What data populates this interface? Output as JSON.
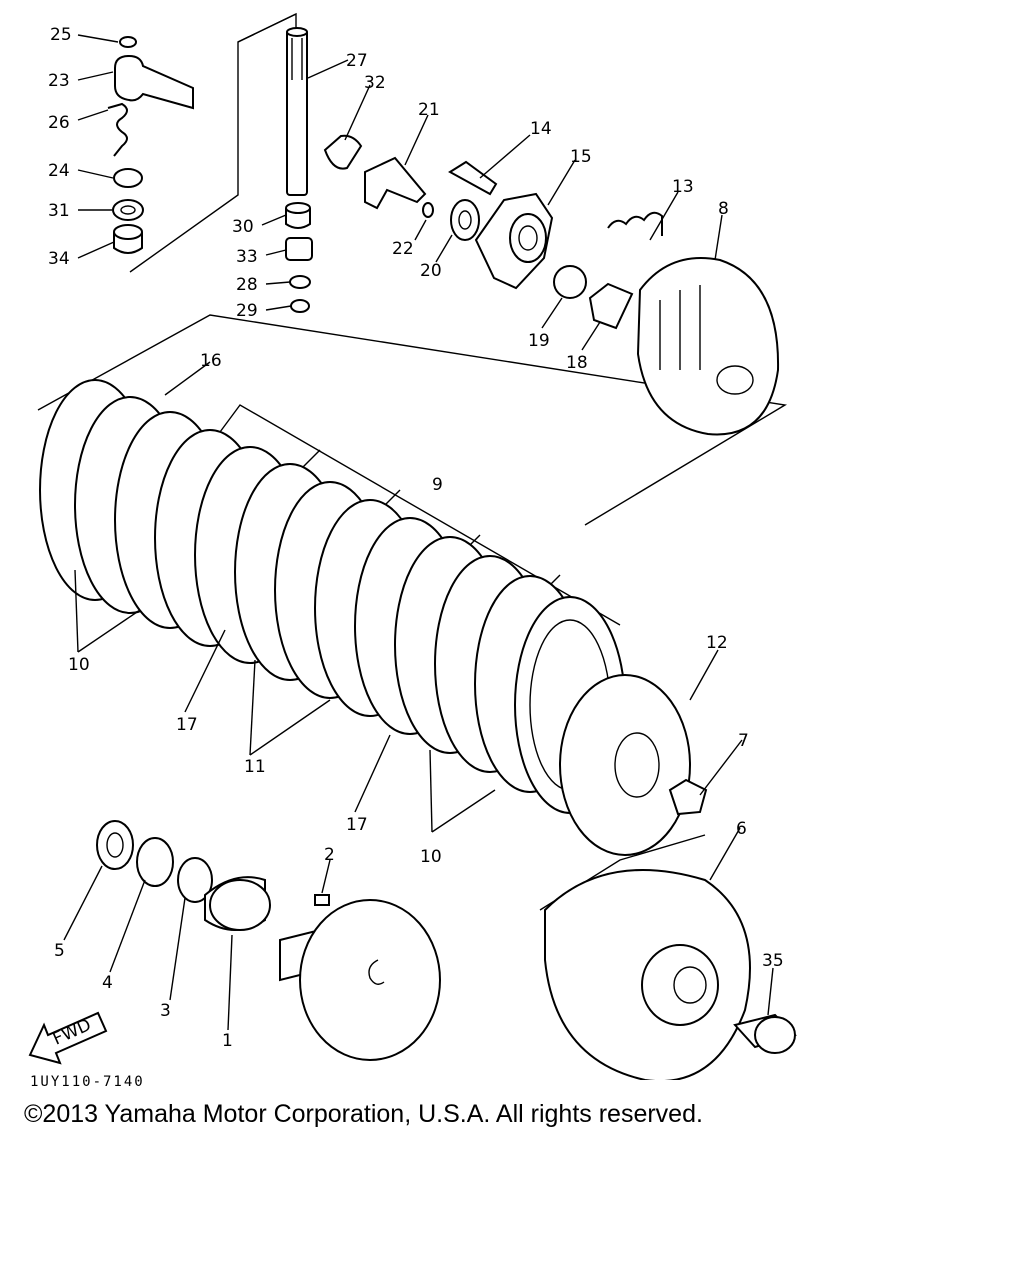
{
  "diagram": {
    "part_labels": [
      "25",
      "23",
      "26",
      "24",
      "31",
      "34",
      "27",
      "32",
      "30",
      "33",
      "28",
      "29",
      "21",
      "22",
      "20",
      "14",
      "15",
      "13",
      "8",
      "19",
      "18",
      "16",
      "9",
      "10",
      "17",
      "11",
      "12",
      "7",
      "17",
      "10",
      "2",
      "5",
      "4",
      "3",
      "1",
      "6",
      "35"
    ],
    "fwd_label": "FWD",
    "drawing_code": "1UY110-7140"
  },
  "footer": {
    "copyright": "©2013 Yamaha Motor Corporation, U.S.A. All rights reserved."
  }
}
